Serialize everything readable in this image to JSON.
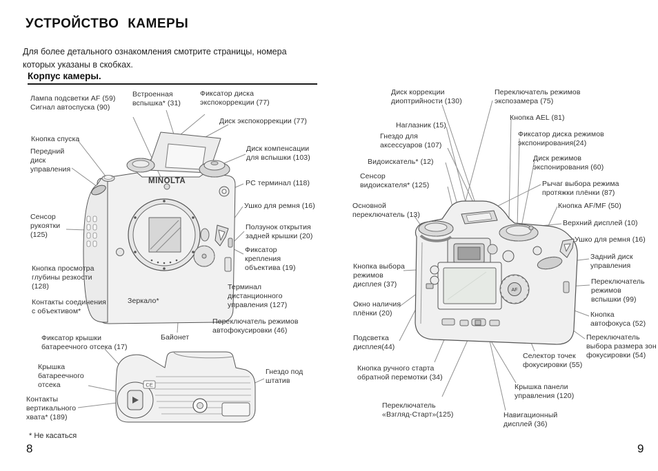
{
  "page": {
    "title": "УСТРОЙСТВО КАМЕРЫ",
    "intro": "Для более детального ознакомления смотрите страницы, номера\nкоторых указаны в скобках.",
    "section_heading": "Корпус камеры.",
    "footnote": "* Не касаться",
    "page_left": "8",
    "page_right": "9",
    "brand": "MINOLTA",
    "ce_mark": "CE",
    "af_button": "AF"
  },
  "front_view_labels": [
    {
      "text": "Лампа подсветки AF (59)\nСигнал автоспуска (90)"
    },
    {
      "text": "Кнопка спуска"
    },
    {
      "text": "Передний\nдиск\nуправления"
    },
    {
      "text": "Сенсор\nрукоятки\n(125)"
    },
    {
      "text": "Кнопка просмотра\nглубины резкости\n(128)"
    },
    {
      "text": "Контакты соединения\nс объективом*"
    },
    {
      "text": "Фиксатор крышки\nбатареечного отсека (17)"
    },
    {
      "text": "Крышка\nбатареечного\nотсека"
    },
    {
      "text": "Контакты\nвертикального\nхвата* (189)"
    },
    {
      "text": "Встроенная\nвспышка* (31)"
    },
    {
      "text": "Фиксатор диска\nэкспокоррекции (77)"
    },
    {
      "text": "Диск экспокоррекции (77)"
    },
    {
      "text": "Диск компенсации\nдля вспышки (103)"
    },
    {
      "text": "PC терминал (118)"
    },
    {
      "text": "Ушко для ремня (16)"
    },
    {
      "text": "Ползунок открытия\nзадней крышки (20)"
    },
    {
      "text": "Фиксатор\nкрепления\nобъектива (19)"
    },
    {
      "text": "Терминал\nдистанционного\nуправления (127)"
    },
    {
      "text": "Переключатель режимов\nавтофокусировки (46)"
    },
    {
      "text": "Зеркало*"
    },
    {
      "text": "Байонет"
    },
    {
      "text": "Гнездо под\nштатив"
    }
  ],
  "back_view_labels": [
    {
      "text": "Диск коррекции\nдиоптрийности (130)"
    },
    {
      "text": "Наглазник (15)"
    },
    {
      "text": "Гнездо для\nаксессуаров (107)"
    },
    {
      "text": "Видоискатель* (12)"
    },
    {
      "text": "Сенсор\nвидоискателя* (125)"
    },
    {
      "text": "Основной\nпереключатель (13)"
    },
    {
      "text": "Кнопка выбора\nрежимов\nдисплея (37)"
    },
    {
      "text": "Окно наличия\nплёнки (20)"
    },
    {
      "text": "Подсветка\nдисплея(44)"
    },
    {
      "text": "Кнопка ручного старта\nобратной перемотки (34)"
    },
    {
      "text": "Переключатель\n«Взгляд-Старт»(125)"
    },
    {
      "text": "Переключатель режимов\nэкспозамера (75)"
    },
    {
      "text": "Кнопка AEL (81)"
    },
    {
      "text": "Фиксатор диска режимов\nэкспонирования(24)"
    },
    {
      "text": "Диск режимов\nэкспонирования (60)"
    },
    {
      "text": "Рычаг выбора режима\nпротяжки плёнки (87)"
    },
    {
      "text": "Кнопка AF/MF (50)"
    },
    {
      "text": "Верхний дисплей (10)"
    },
    {
      "text": "Ушко для ремня (16)"
    },
    {
      "text": "Задний диск\nуправления"
    },
    {
      "text": "Переключатель\nрежимов\nвспышки (99)"
    },
    {
      "text": "Кнопка\nавтофокуса (52)"
    },
    {
      "text": "Переключатель\nвыбора размера зон\nфокусировки (54)"
    },
    {
      "text": "Селектор точек\nфокусировки (55)"
    },
    {
      "text": "Крышка панели\nуправления (120)"
    },
    {
      "text": "Навигационный\nдисплей (36)"
    }
  ]
}
